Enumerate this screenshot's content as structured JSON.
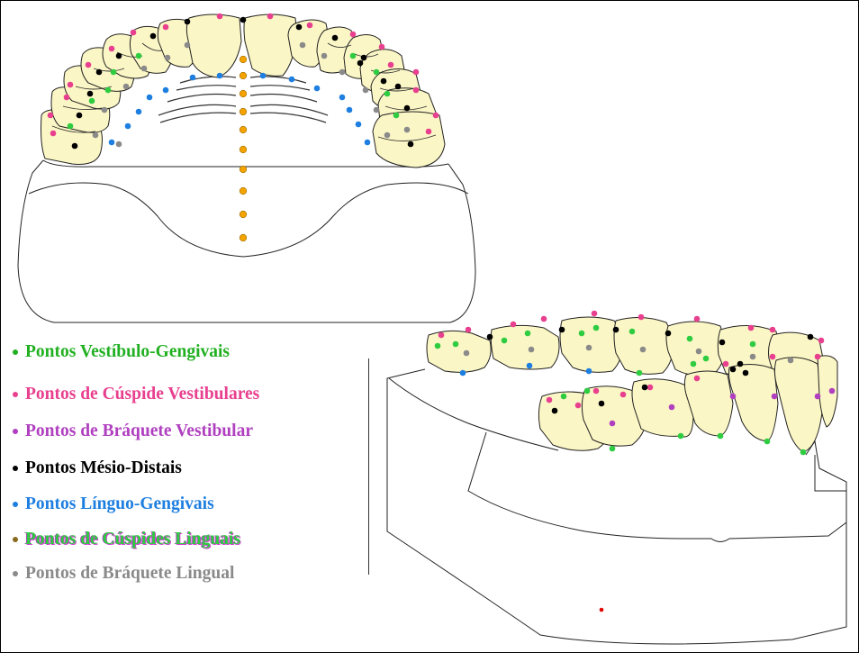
{
  "colors": {
    "tooth_fill": "#fbf6c5",
    "outline": "#222222",
    "vestibulo_gengival": "#2ecc40",
    "cuspide_vestibular": "#e8408f",
    "braquete_vestibular": "#b040c0",
    "mesio_distal": "#000000",
    "linguo_gengival": "#1e7fe0",
    "cuspide_lingual": "#2ecc40",
    "braquete_lingual": "#888888",
    "midline_point": "#f5a300",
    "marker_red": "#e00000"
  },
  "legend": [
    {
      "key": "vestibulo_gengival",
      "label": "Pontos Vestíbulo-Gengivais",
      "text_color": "#22b022",
      "dot_color": "#22b022"
    },
    {
      "key": "cuspide_vestibular",
      "label": "Pontos de Cúspide Vestibulares",
      "text_color": "#e8408f",
      "dot_color": "#e8408f"
    },
    {
      "key": "braquete_vestibular",
      "label": "Pontos de Bráquete Vestibular",
      "text_color": "#b040c0",
      "dot_color": "#b040c0"
    },
    {
      "key": "mesio_distal",
      "label": "Pontos Mésio-Distais",
      "text_color": "#000000",
      "dot_color": "#000000"
    },
    {
      "key": "linguo_gengival",
      "label": "Pontos Línguo-Gengivais",
      "text_color": "#1e7fe0",
      "dot_color": "#1e7fe0"
    },
    {
      "key": "cuspide_lingual",
      "label": "Pontos de Cúspides Linguais",
      "text_color": "#2ecc40",
      "dot_color": "#8a6a20"
    },
    {
      "key": "braquete_lingual",
      "label": "Pontos de Bráquete Lingual",
      "text_color": "#8a8a8a",
      "dot_color": "#8a8a8a"
    }
  ]
}
